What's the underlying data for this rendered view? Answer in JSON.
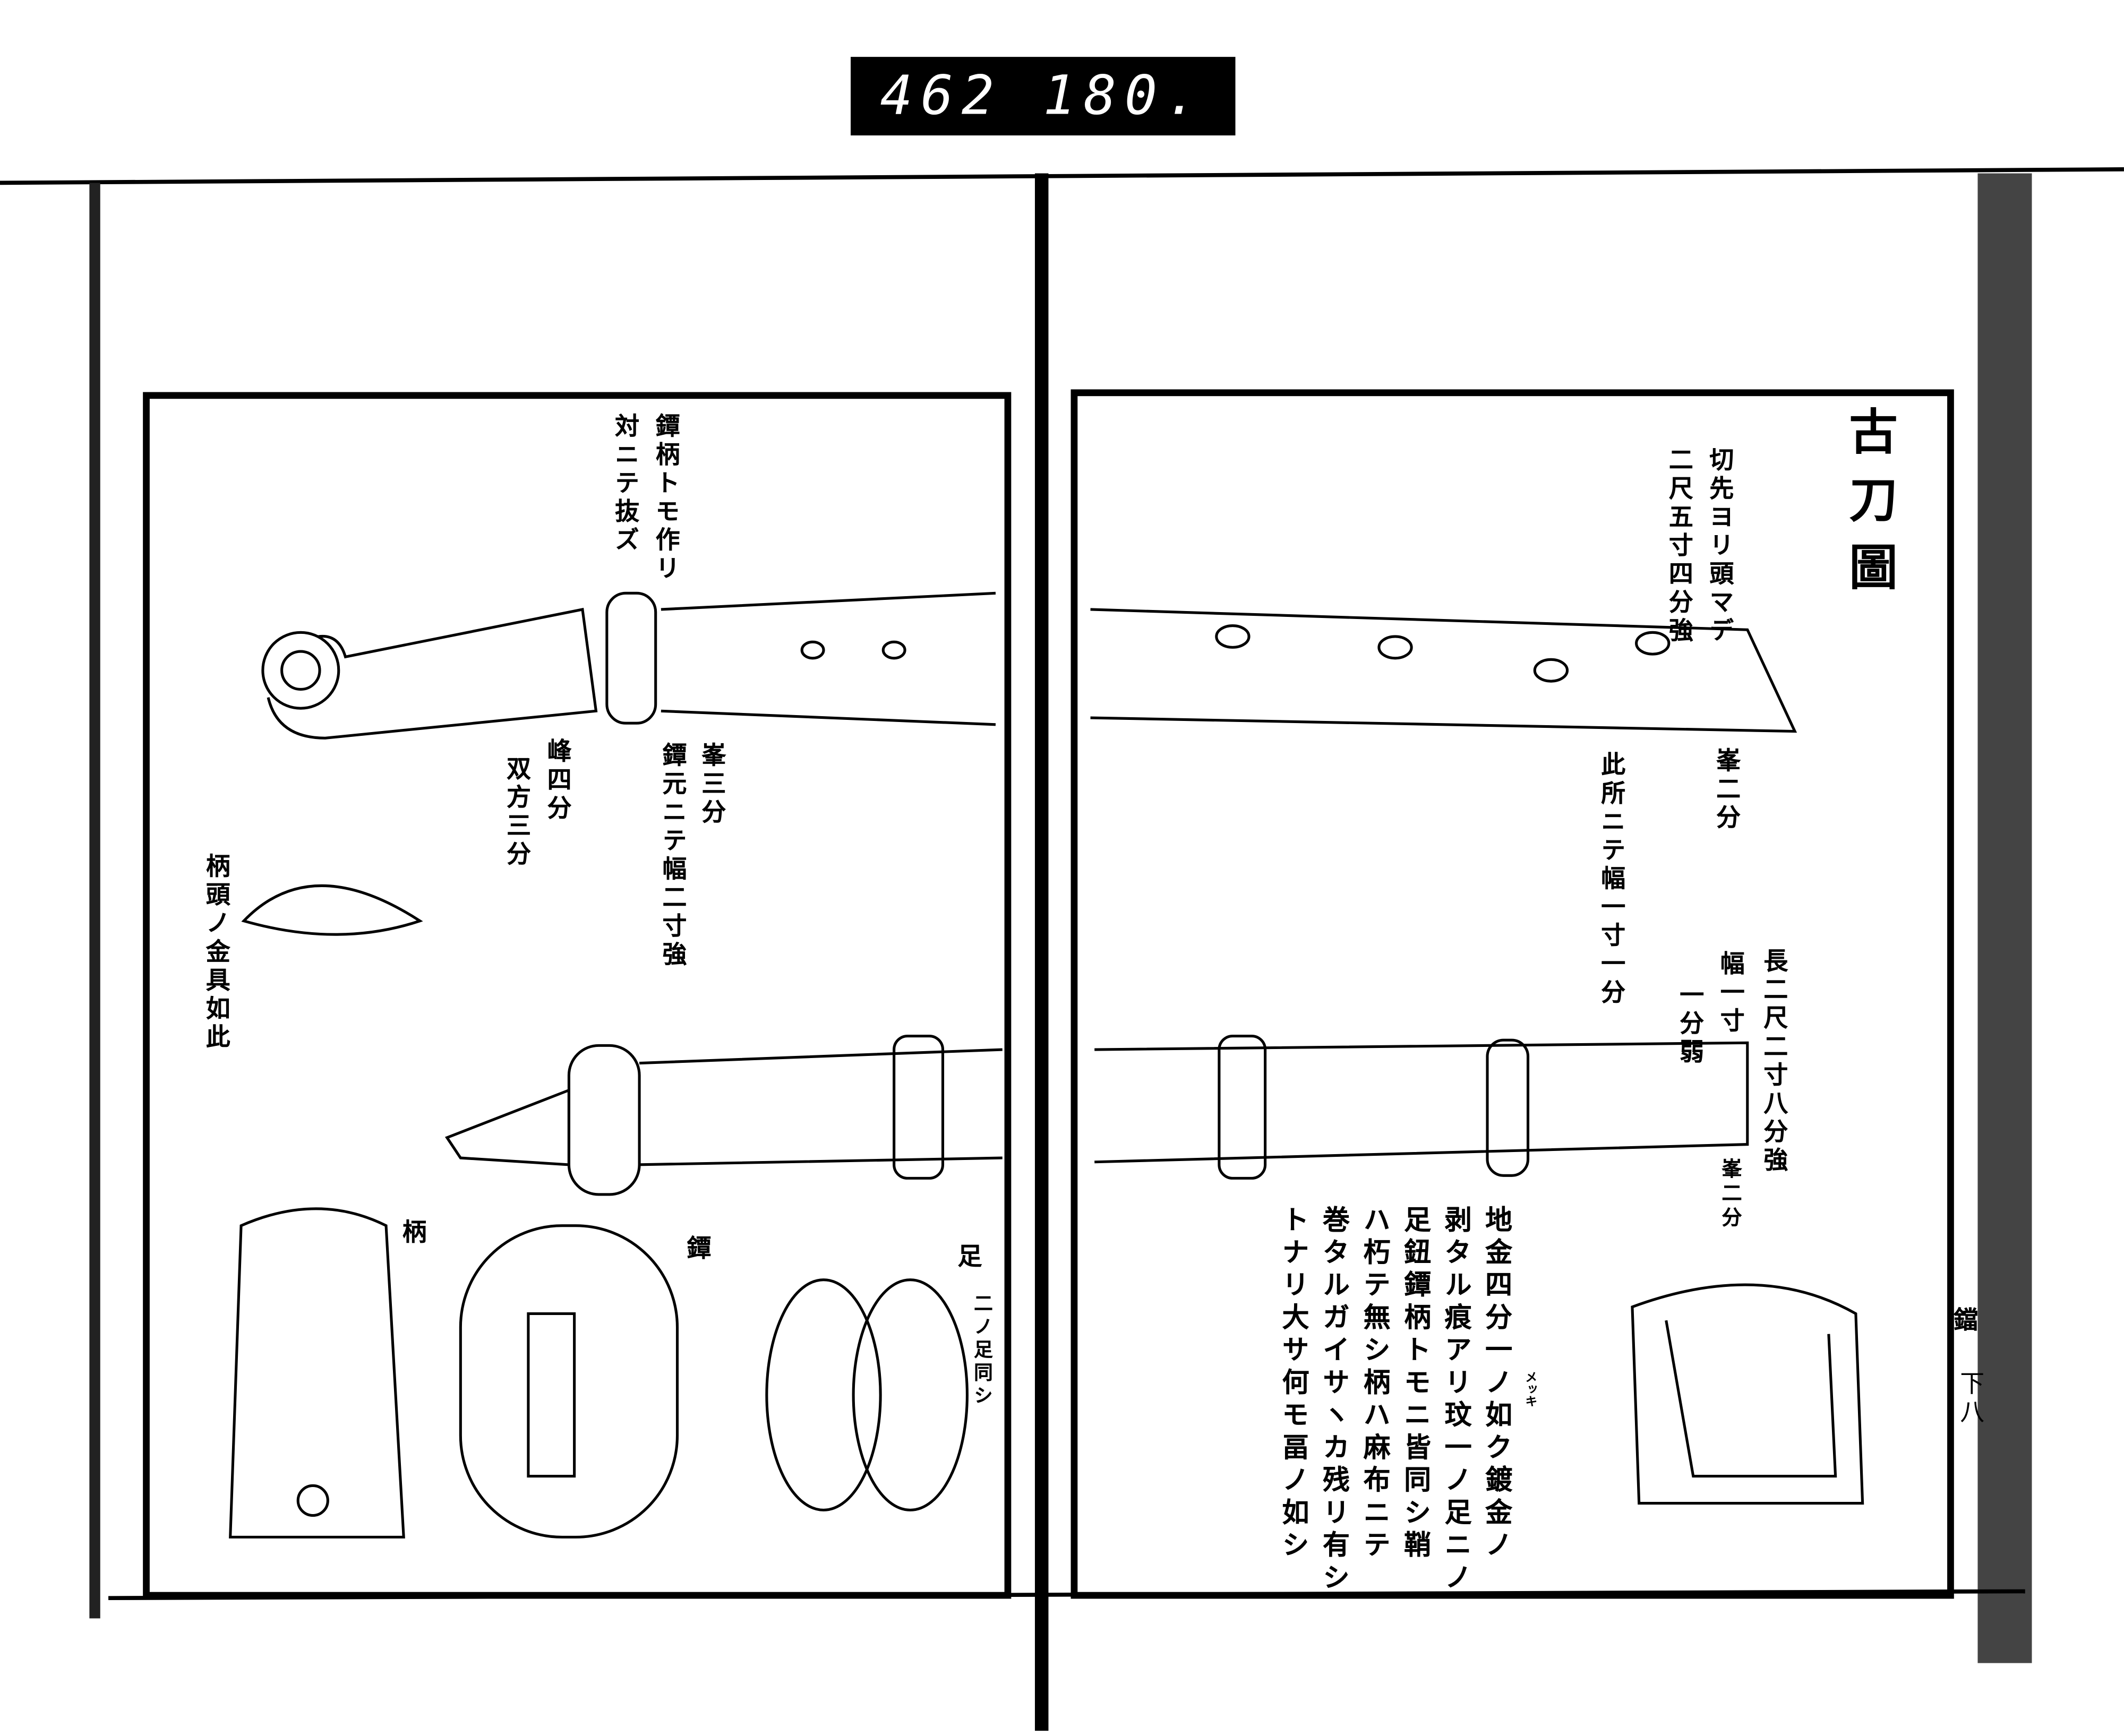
{
  "call_number": "462  180.",
  "left_page": {
    "note_tsuba": "鐔柄トモ作リ",
    "note_tsuba_2": "対ニテ抜ズ",
    "mine_4": "峰四分",
    "both_3": "双方三分",
    "mine_3": "峯三分",
    "width_at_tsuba": "鐔元ニテ幅二寸強",
    "pommel_note": "柄頭ノ金具如此",
    "label_hilt": "柄",
    "label_tsuba": "鐔",
    "label_ashi": "足",
    "label_ashi_note": "二ノ足同シ"
  },
  "right_page": {
    "title": "古刀圖",
    "length_note_1": "切先ヨリ頭マデ",
    "length_note_2": "二尺五寸四分強",
    "mine_2_top": "峯二分",
    "width_here": "此所ニテ幅一寸一分",
    "scabbard_length": "長二尺二寸八分強",
    "scabbard_width_1": "幅一寸",
    "scabbard_width_2": "一分弱",
    "mine_2_bottom": "峯二分",
    "ruby_mekki": "メッキ",
    "body": [
      "地金四分一ノ如ク鍍金ノ",
      "剥タル痕アリ玟一ノ足ニノ",
      "足鈕鐔柄トモニ皆同シ鞘",
      "ハ朽テ無シ柄ハ麻布ニテ",
      "巻タルガイサヽカ残リ有シ",
      "トナリ大サ何モ畐ノ如シ"
    ],
    "label_kojiri": "鐺",
    "page_number": "下八"
  }
}
